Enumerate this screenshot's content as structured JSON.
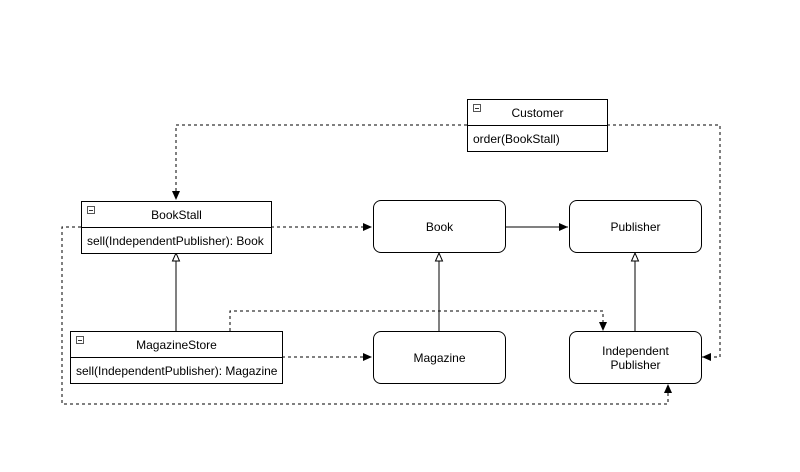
{
  "classes": {
    "customer": {
      "name": "Customer",
      "method": "order(BookStall)"
    },
    "bookstall": {
      "name": "BookStall",
      "method": "sell(IndependentPublisher): Book"
    },
    "magazinestore": {
      "name": "MagazineStore",
      "method": "sell(IndependentPublisher): Magazine"
    }
  },
  "entities": {
    "book": "Book",
    "publisher": "Publisher",
    "magazine": "Magazine",
    "independent_publisher": "Independent\nPublisher"
  },
  "relationships": [
    {
      "from": "Customer",
      "to": "BookStall",
      "type": "dependency"
    },
    {
      "from": "Customer",
      "to": "Independent Publisher",
      "type": "dependency"
    },
    {
      "from": "BookStall",
      "to": "Book",
      "type": "dependency"
    },
    {
      "from": "BookStall",
      "to": "Independent Publisher",
      "type": "dependency"
    },
    {
      "from": "MagazineStore",
      "to": "Magazine",
      "type": "dependency"
    },
    {
      "from": "MagazineStore",
      "to": "Independent Publisher",
      "type": "dependency"
    },
    {
      "from": "MagazineStore",
      "to": "BookStall",
      "type": "inheritance"
    },
    {
      "from": "Magazine",
      "to": "Book",
      "type": "inheritance"
    },
    {
      "from": "Independent Publisher",
      "to": "Publisher",
      "type": "inheritance"
    },
    {
      "from": "Book",
      "to": "Publisher",
      "type": "association"
    }
  ],
  "colors": {
    "stroke": "#000000",
    "background": "#ffffff"
  }
}
